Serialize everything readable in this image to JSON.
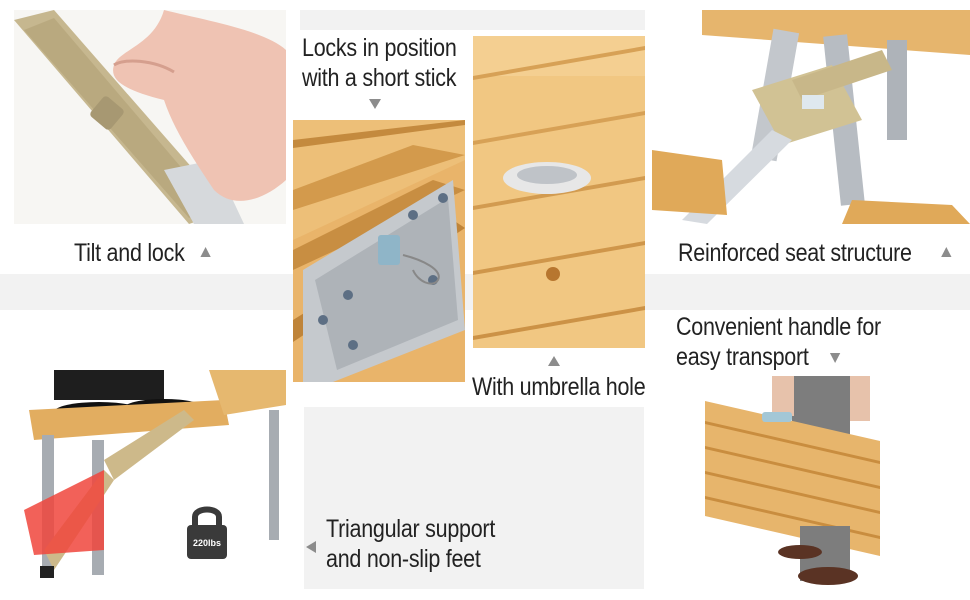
{
  "colors": {
    "background": "#ffffff",
    "band": "#f2f2f2",
    "wood_light": "#efc983",
    "wood_mid": "#e2ae62",
    "wood_dark": "#c98d3f",
    "metal": "#b9bec4",
    "plastic": "#c9b98c",
    "arrow": "#8c8c8c",
    "red_accent": "#f0453c"
  },
  "captions": {
    "tilt_lock": "Tilt and lock",
    "locks_position_line1": "Locks in position",
    "locks_position_line2": "with a short stick",
    "umbrella": "With umbrella hole",
    "reinforced": "Reinforced seat structure",
    "handle_line1": "Convenient handle for",
    "handle_line2": "easy transport",
    "triangular_line1": "Triangular support",
    "triangular_line2": "and non-slip feet"
  },
  "badge": {
    "weight_label": "220lbs",
    "icon": "padlock-icon"
  },
  "icons": {
    "up_arrow": "triangle-up-icon",
    "down_arrow": "triangle-down-icon",
    "left_arrow": "triangle-left-icon"
  }
}
